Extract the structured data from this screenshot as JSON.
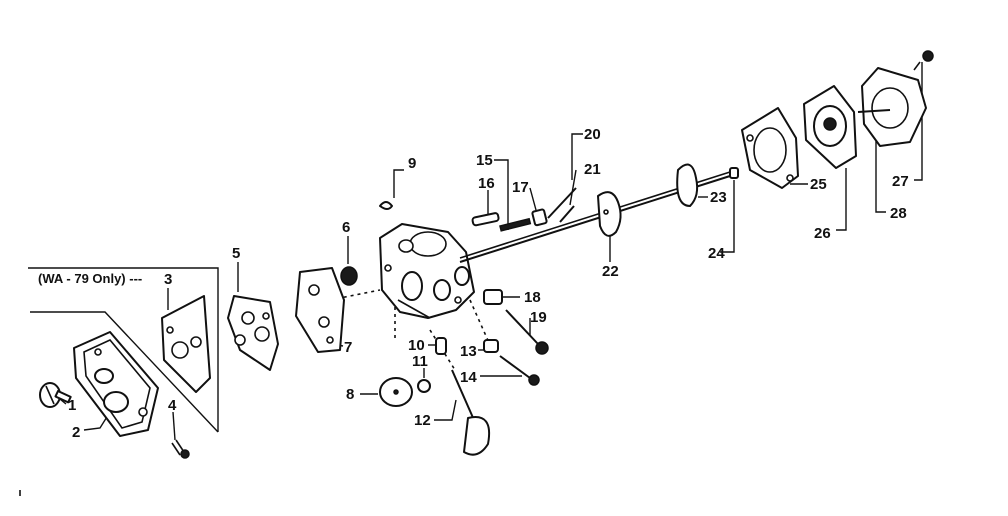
{
  "diagram": {
    "note": "(WA - 79 Only) ---",
    "callouts": [
      {
        "id": "1",
        "label": "1"
      },
      {
        "id": "2",
        "label": "2"
      },
      {
        "id": "3",
        "label": "3"
      },
      {
        "id": "4",
        "label": "4"
      },
      {
        "id": "5",
        "label": "5"
      },
      {
        "id": "6",
        "label": "6"
      },
      {
        "id": "7",
        "label": "7"
      },
      {
        "id": "8",
        "label": "8"
      },
      {
        "id": "9",
        "label": "9"
      },
      {
        "id": "10",
        "label": "10"
      },
      {
        "id": "11",
        "label": "11"
      },
      {
        "id": "12",
        "label": "12"
      },
      {
        "id": "13",
        "label": "13"
      },
      {
        "id": "14",
        "label": "14"
      },
      {
        "id": "15",
        "label": "15"
      },
      {
        "id": "16",
        "label": "16"
      },
      {
        "id": "17",
        "label": "17"
      },
      {
        "id": "18",
        "label": "18"
      },
      {
        "id": "19",
        "label": "19"
      },
      {
        "id": "20",
        "label": "20"
      },
      {
        "id": "21",
        "label": "21"
      },
      {
        "id": "22",
        "label": "22"
      },
      {
        "id": "23",
        "label": "23"
      },
      {
        "id": "24",
        "label": "24"
      },
      {
        "id": "25",
        "label": "25"
      },
      {
        "id": "26",
        "label": "26"
      },
      {
        "id": "27",
        "label": "27"
      },
      {
        "id": "28",
        "label": "28"
      }
    ]
  }
}
